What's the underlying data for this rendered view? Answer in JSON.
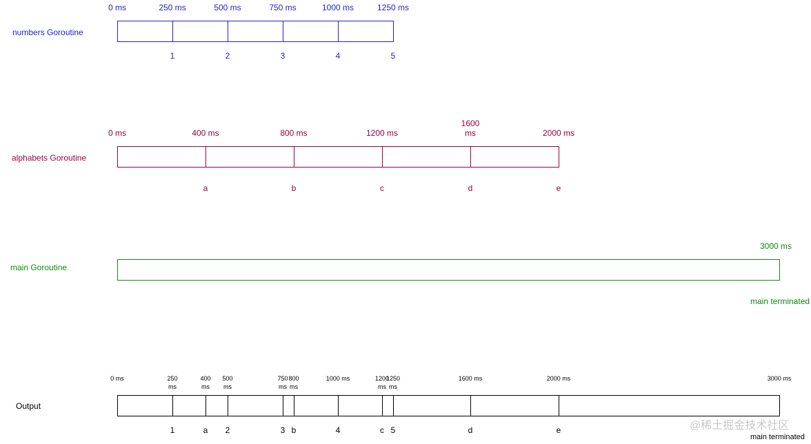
{
  "rows": {
    "numbers": {
      "label": "numbers  Goroutine",
      "color": "#2222cc",
      "ticks": [
        {
          "t": 0,
          "text": "0 ms"
        },
        {
          "t": 250,
          "text": "250 ms"
        },
        {
          "t": 500,
          "text": "500 ms"
        },
        {
          "t": 750,
          "text": "750 ms"
        },
        {
          "t": 1000,
          "text": "1000 ms"
        },
        {
          "t": 1250,
          "text": "1250 ms"
        }
      ],
      "events": [
        {
          "t": 250,
          "text": "1"
        },
        {
          "t": 500,
          "text": "2"
        },
        {
          "t": 750,
          "text": "3"
        },
        {
          "t": 1000,
          "text": "4"
        },
        {
          "t": 1250,
          "text": "5"
        }
      ]
    },
    "alphabets": {
      "label": "alphabets Goroutine",
      "color": "#990044",
      "ticks": [
        {
          "t": 0,
          "text": "0 ms"
        },
        {
          "t": 400,
          "text": "400 ms"
        },
        {
          "t": 800,
          "text": "800 ms"
        },
        {
          "t": 1200,
          "text": "1200 ms"
        },
        {
          "t": 1600,
          "text": "1600\nms"
        },
        {
          "t": 2000,
          "text": "2000 ms"
        }
      ],
      "events": [
        {
          "t": 400,
          "text": "a"
        },
        {
          "t": 800,
          "text": "b"
        },
        {
          "t": 1200,
          "text": "c"
        },
        {
          "t": 1600,
          "text": "d"
        },
        {
          "t": 2000,
          "text": "e"
        }
      ]
    },
    "main": {
      "label": "main Goroutine",
      "color": "#118811",
      "end_tick": "3000 ms",
      "end_label": "main terminated"
    },
    "output": {
      "label": "Output",
      "color": "#000000",
      "ticks": [
        {
          "t": 0,
          "text": "0 ms"
        },
        {
          "t": 250,
          "text": "250\nms"
        },
        {
          "t": 400,
          "text": "400\nms"
        },
        {
          "t": 500,
          "text": "500\nms"
        },
        {
          "t": 750,
          "text": "750\nms"
        },
        {
          "t": 800,
          "text": "800\nms"
        },
        {
          "t": 1000,
          "text": "1000 ms"
        },
        {
          "t": 1200,
          "text": "1200\nms"
        },
        {
          "t": 1250,
          "text": "1250\nms"
        },
        {
          "t": 1600,
          "text": "1600 ms"
        },
        {
          "t": 2000,
          "text": "2000 ms"
        },
        {
          "t": 3000,
          "text": "3000 ms"
        }
      ],
      "events": [
        {
          "t": 250,
          "text": "1"
        },
        {
          "t": 400,
          "text": "a"
        },
        {
          "t": 500,
          "text": "2"
        },
        {
          "t": 750,
          "text": "3"
        },
        {
          "t": 800,
          "text": "b"
        },
        {
          "t": 1000,
          "text": "4"
        },
        {
          "t": 1200,
          "text": "c"
        },
        {
          "t": 1250,
          "text": "5"
        },
        {
          "t": 1600,
          "text": "d"
        },
        {
          "t": 2000,
          "text": "e"
        }
      ],
      "end_label": "main terminated"
    }
  },
  "watermark": "@稀土掘金技术社区"
}
